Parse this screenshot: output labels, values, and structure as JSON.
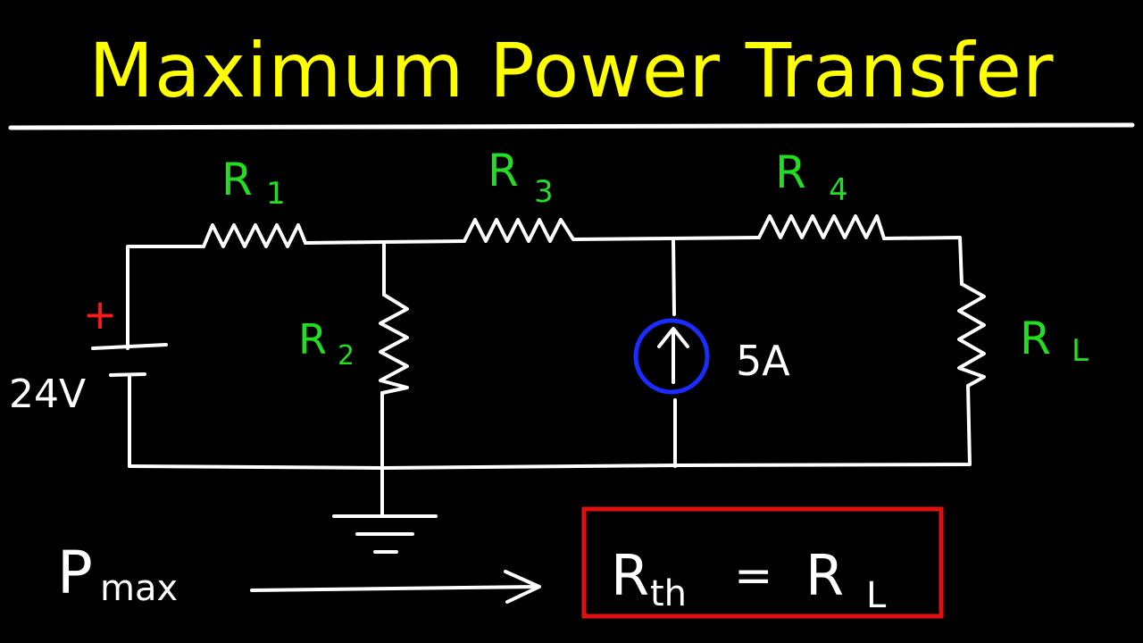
{
  "title": "Maximum Power Transfer",
  "circuit": {
    "resistors": {
      "r1": {
        "main": "R",
        "sub": "1"
      },
      "r2": {
        "main": "R",
        "sub": "2"
      },
      "r3": {
        "main": "R",
        "sub": "3"
      },
      "r4": {
        "main": "R",
        "sub": "4"
      },
      "rl": {
        "main": "R",
        "sub": "L"
      }
    },
    "voltage_source": {
      "value": "24V",
      "polarity": "+"
    },
    "current_source": {
      "value": "5A"
    }
  },
  "formula": {
    "pmax_main": "P",
    "pmax_sub": "max",
    "rth_main": "R",
    "rth_sub": "th",
    "equals": "=",
    "rl_main": "R",
    "rl_sub": "L"
  },
  "colors": {
    "background": "#000000",
    "title": "#ffff00",
    "wire": "#ffffff",
    "labels": "#22dd22",
    "polarity": "#ff1a1a",
    "current_source_circle": "#1a2cff",
    "formula_box": "#e01010"
  }
}
